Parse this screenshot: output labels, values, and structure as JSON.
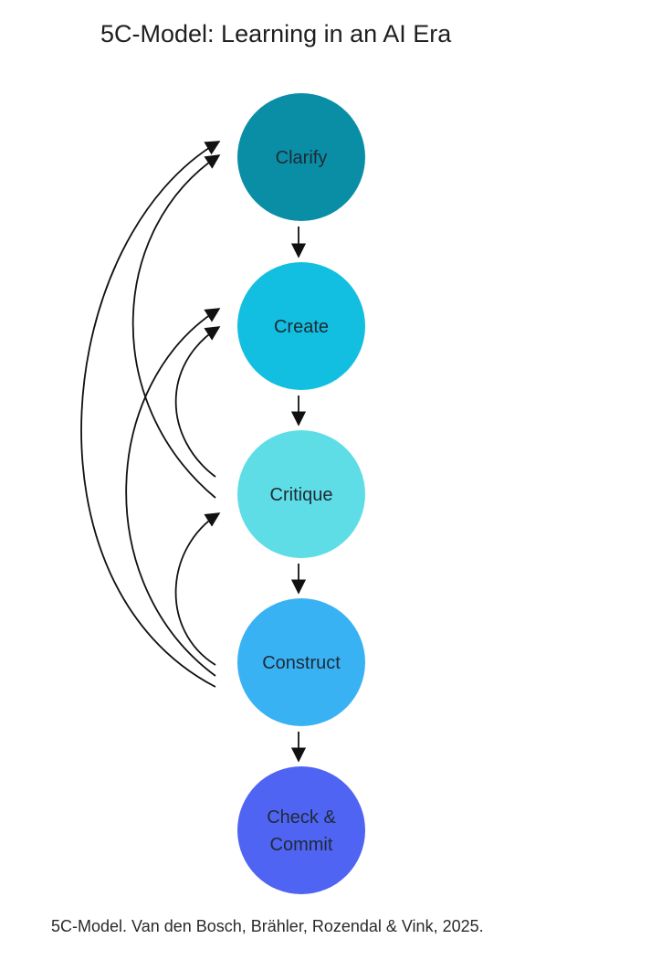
{
  "title": "5C-Model: Learning in an AI Era",
  "caption": "5C-Model. Van den Bosch, Brähler, Rozendal & Vink, 2025.",
  "nodes": [
    {
      "id": "clarify",
      "lines": [
        "Clarify"
      ],
      "color": "#0a8ea6"
    },
    {
      "id": "create",
      "lines": [
        "Create"
      ],
      "color": "#12bfe0"
    },
    {
      "id": "critique",
      "lines": [
        "Critique"
      ],
      "color": "#5fdde6"
    },
    {
      "id": "construct",
      "lines": [
        "Construct"
      ],
      "color": "#39b2f4"
    },
    {
      "id": "check-commit",
      "lines": [
        "Check &",
        "Commit"
      ],
      "color": "#4f64f2"
    }
  ],
  "forward_arrows": [
    {
      "from": "clarify",
      "to": "create"
    },
    {
      "from": "create",
      "to": "critique"
    },
    {
      "from": "critique",
      "to": "construct"
    },
    {
      "from": "construct",
      "to": "check-commit"
    }
  ],
  "feedback_arrows": [
    {
      "from": "critique",
      "to": "clarify"
    },
    {
      "from": "critique",
      "to": "create"
    },
    {
      "from": "construct",
      "to": "clarify"
    },
    {
      "from": "construct",
      "to": "create"
    },
    {
      "from": "construct",
      "to": "critique"
    }
  ]
}
